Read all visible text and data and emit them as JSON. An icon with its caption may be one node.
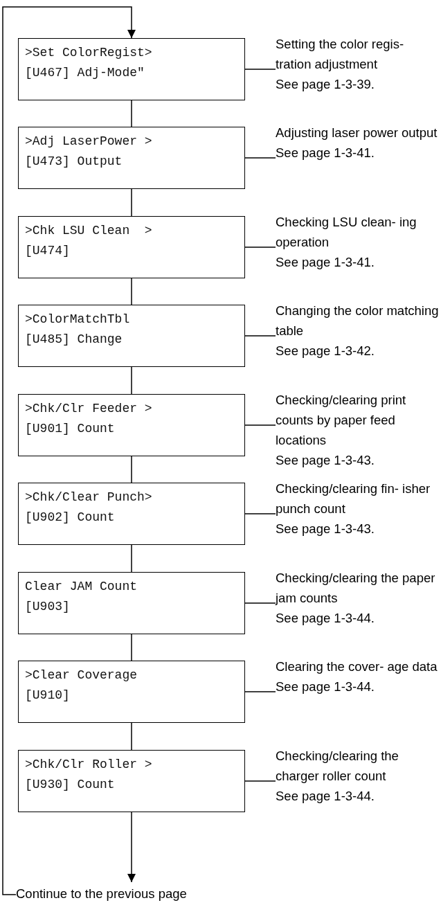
{
  "diagram": {
    "nodes": [
      {
        "text": [
          ">Set ColorRegist>",
          "[U467] Adj-Mode\""
        ]
      },
      {
        "text": [
          "Setting the color regis- tration adjustment",
          "See page 1-3-39."
        ]
      },
      {
        "text": [
          ">Adj LaserPower >",
          "[U473] Output"
        ]
      },
      {
        "text": [
          "Adjusting laser power output",
          "See page 1-3-41."
        ]
      },
      {
        "text": [
          ">Chk LSU Clean  >",
          "[U474]"
        ]
      },
      {
        "text": [
          "Checking LSU clean- ing operation",
          "See page 1-3-41."
        ]
      },
      {
        "text": [
          ">ColorMatchTbl",
          "[U485] Change"
        ]
      },
      {
        "text": [
          "Changing the color matching table",
          "See page 1-3-42."
        ]
      },
      {
        "text": [
          ">Chk/Clr Feeder >",
          "[U901] Count"
        ]
      },
      {
        "text": [
          "Checking/clearing print counts by paper feed locations",
          "See page 1-3-43."
        ]
      },
      {
        "text": [
          ">Chk/Clear Punch>",
          "[U902] Count"
        ]
      },
      {
        "text": [
          "Checking/clearing fin- isher punch count",
          "See page 1-3-43."
        ]
      },
      {
        "text": [
          "Clear JAM Count",
          "[U903]"
        ]
      },
      {
        "text": [
          "Checking/clearing the paper jam counts",
          "See page 1-3-44."
        ]
      },
      {
        "text": [
          ">Clear Coverage",
          "[U910]"
        ]
      },
      {
        "text": [
          "Clearing the cover- age data",
          "See page 1-3-44."
        ]
      },
      {
        "text": [
          ">Chk/Clr Roller >",
          "[U930] Count"
        ]
      },
      {
        "text": [
          "Checking/clearing the charger roller count",
          "See page 1-3-44."
        ]
      },
      {
        "text": [
          "Continue to the previous page"
        ]
      }
    ],
    "edges": [
      {
        "from": 18,
        "to": 0,
        "arrow": "to"
      },
      {
        "from": 0,
        "to": 2,
        "arrow": "none"
      },
      {
        "from": 2,
        "to": 4,
        "arrow": "none"
      },
      {
        "from": 4,
        "to": 6,
        "arrow": "none"
      },
      {
        "from": 6,
        "to": 8,
        "arrow": "none"
      },
      {
        "from": 8,
        "to": 10,
        "arrow": "none"
      },
      {
        "from": 10,
        "to": 12,
        "arrow": "none"
      },
      {
        "from": 12,
        "to": 14,
        "arrow": "none"
      },
      {
        "from": 14,
        "to": 16,
        "arrow": "none"
      },
      {
        "from": 16,
        "to": 18,
        "arrow": "to"
      },
      {
        "from": 1,
        "to": 0,
        "arrow": "none"
      },
      {
        "from": 3,
        "to": 2,
        "arrow": "none"
      },
      {
        "from": 5,
        "to": 4,
        "arrow": "none"
      },
      {
        "from": 7,
        "to": 6,
        "arrow": "none"
      },
      {
        "from": 9,
        "to": 8,
        "arrow": "none"
      },
      {
        "from": 11,
        "to": 10,
        "arrow": "none"
      },
      {
        "from": 13,
        "to": 12,
        "arrow": "none"
      },
      {
        "from": 15,
        "to": 14,
        "arrow": "none"
      },
      {
        "from": 17,
        "to": 16,
        "arrow": "none"
      }
    ]
  }
}
